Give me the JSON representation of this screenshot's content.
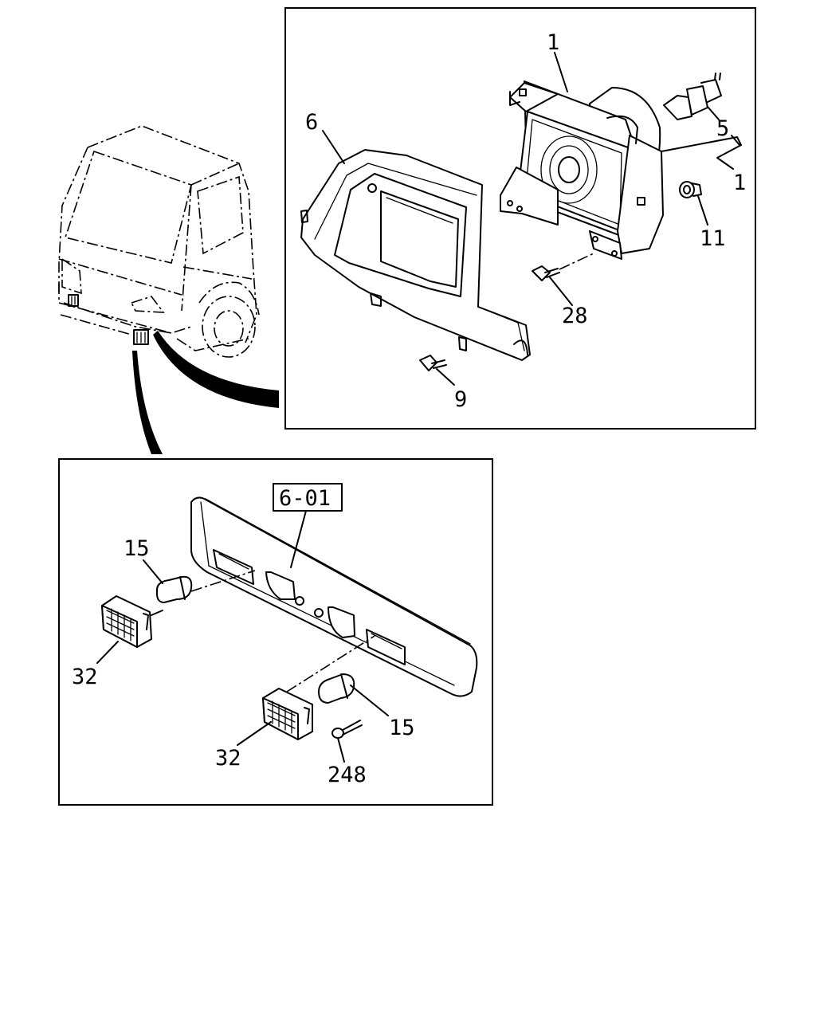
{
  "diagram": {
    "panels": [
      {
        "id": "headlamp",
        "description_visible": false
      },
      {
        "id": "bumper",
        "description_visible": false
      }
    ],
    "reference_box": "6-01",
    "callouts": {
      "headlamp_assembly": "1",
      "bulb": "5",
      "assembly_bracket": "1",
      "grommet": "11",
      "bezel": "6",
      "bolt_upper": "28",
      "bolt_lower": "9",
      "bulb_left": "15",
      "bulb_right": "15",
      "lamp_left": "32",
      "lamp_right": "32",
      "clip": "248"
    }
  }
}
